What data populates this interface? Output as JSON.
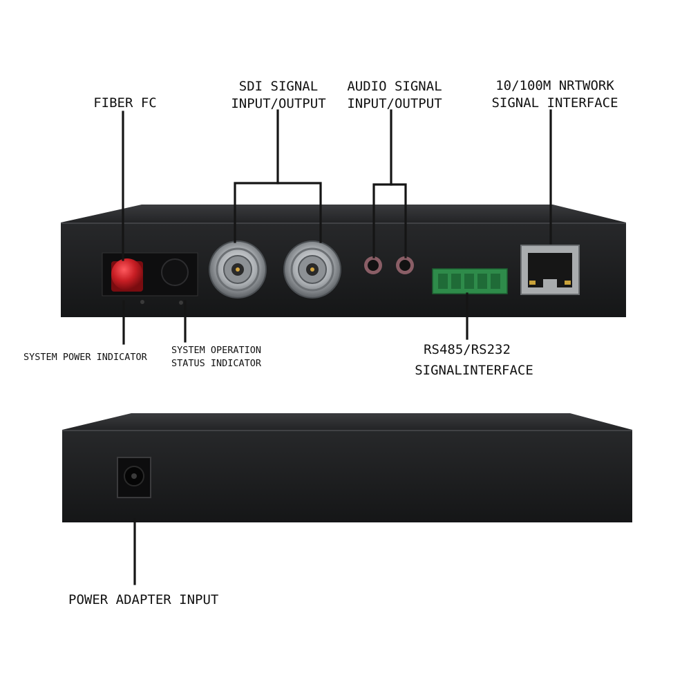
{
  "labels": {
    "fiber": "FIBER FC",
    "sdi_line1": "SDI SIGNAL",
    "sdi_line2": "INPUT/OUTPUT",
    "audio_line1": "AUDIO SIGNAL",
    "audio_line2": "INPUT/OUTPUT",
    "network_line1": "10/100M NRTWORK",
    "network_line2": "SIGNAL INTERFACE",
    "power_indicator": "SYSTEM POWER INDICATOR",
    "status_line1": "SYSTEM OPERATION",
    "status_line2": "STATUS INDICATOR",
    "serial_line1": "RS485/RS232",
    "serial_line2": "SIGNALINTERFACE",
    "power_input": "POWER ADAPTER INPUT"
  },
  "colors": {
    "chassis": "#1f2022",
    "chassis_top": "#2b2c2e",
    "fiber_cap": "#c81e24",
    "terminal_block": "#2e8b4a",
    "bnc_metal": "#b9bcbf"
  }
}
